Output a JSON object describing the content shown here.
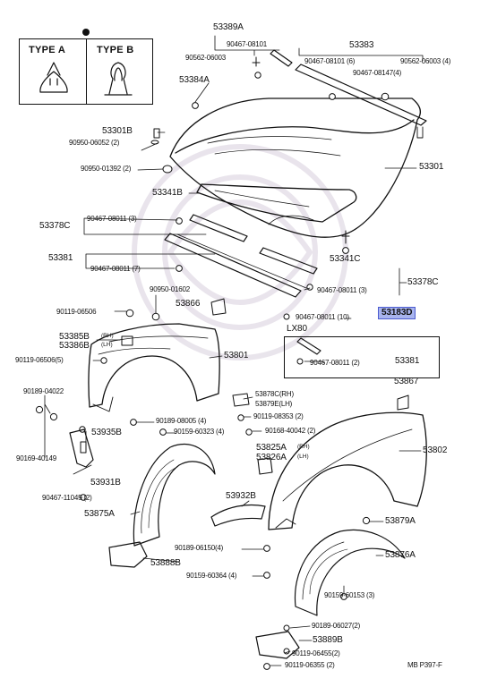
{
  "diagram": {
    "type_box": {
      "type_a": "TYPE A",
      "type_b": "TYPE B"
    },
    "labels": {
      "p53389a": "53389A",
      "p90467_08101a": "90467-08101",
      "p90562_06003": "90562-06003",
      "p53383": "53383",
      "p90467_08101_6": "90467-08101 (6)",
      "p90562_06003_4": "90562-06003 (4)",
      "p90467_08147_4": "90467-08147(4)",
      "p53384a": "53384A",
      "p53301b": "53301B",
      "p90950_06052": "90950-06052 (2)",
      "p90950_01392": "90950-01392 (2)",
      "p53301": "53301",
      "p53341b": "53341B",
      "p53378c_l": "53378C",
      "p90467_08011_3a": "90467-08011 (3)",
      "p53341c": "53341C",
      "p53381": "53381",
      "p90467_08011_7": "90467-08011 (7)",
      "p53378c_r": "53378C",
      "p90467_08011_3b": "90467-08011 (3)",
      "p90950_01602": "90950-01602",
      "p53866": "53866",
      "p90467_08011_10": "90467-08011 (10)",
      "p53183d": "53183D",
      "p90119_06506": "90119-06506",
      "lx80": "LX80",
      "p53385b": "53385B",
      "p53386b": "53386B",
      "rh1": "(RH)",
      "lh1": "(LH)",
      "p53801": "53801",
      "p90119_06506_5": "90119-06506(5)",
      "p90467_08011_2": "90467-08011 (2)",
      "p53381_lx": "53381",
      "p53867": "53867",
      "p90189_04022": "90189-04022",
      "p53878c": "53878C(RH)",
      "p53879e": "53879E(LH)",
      "p90189_08005_4": "90189-08005 (4)",
      "p90119_08353_2": "90119-08353 (2)",
      "p90159_60323_4": "90159-60323 (4)",
      "p90168_40042_2": "90168-40042 (2)",
      "p53935b": "53935B",
      "p90169_40149": "90169-40149",
      "p53825a": "53825A",
      "p53826a": "53826A",
      "rh2": "(RH)",
      "lh2": "(LH)",
      "p53802": "53802",
      "p53931b": "53931B",
      "p90467_11045": "90467-11045 (2)",
      "p53932b": "53932B",
      "p53875a": "53875A",
      "p53879a": "53879A",
      "p90189_06150_4": "90189-06150(4)",
      "p53876a": "53876A",
      "p53888b": "53888B",
      "p90159_60364_4": "90159-60364 (4)",
      "p90159_60153_3": "90159-60153 (3)",
      "p90189_06027_2": "90189-06027(2)",
      "p53889b": "53889B",
      "p90119_06455_2": "90119-06455(2)",
      "p90119_06355_2": "90119-06355 (2)",
      "page_ref": "MB  P397-F"
    },
    "colors": {
      "ink": "#111111",
      "highlight": "#a8b4ee",
      "highlight_border": "#4b5bd0"
    }
  }
}
